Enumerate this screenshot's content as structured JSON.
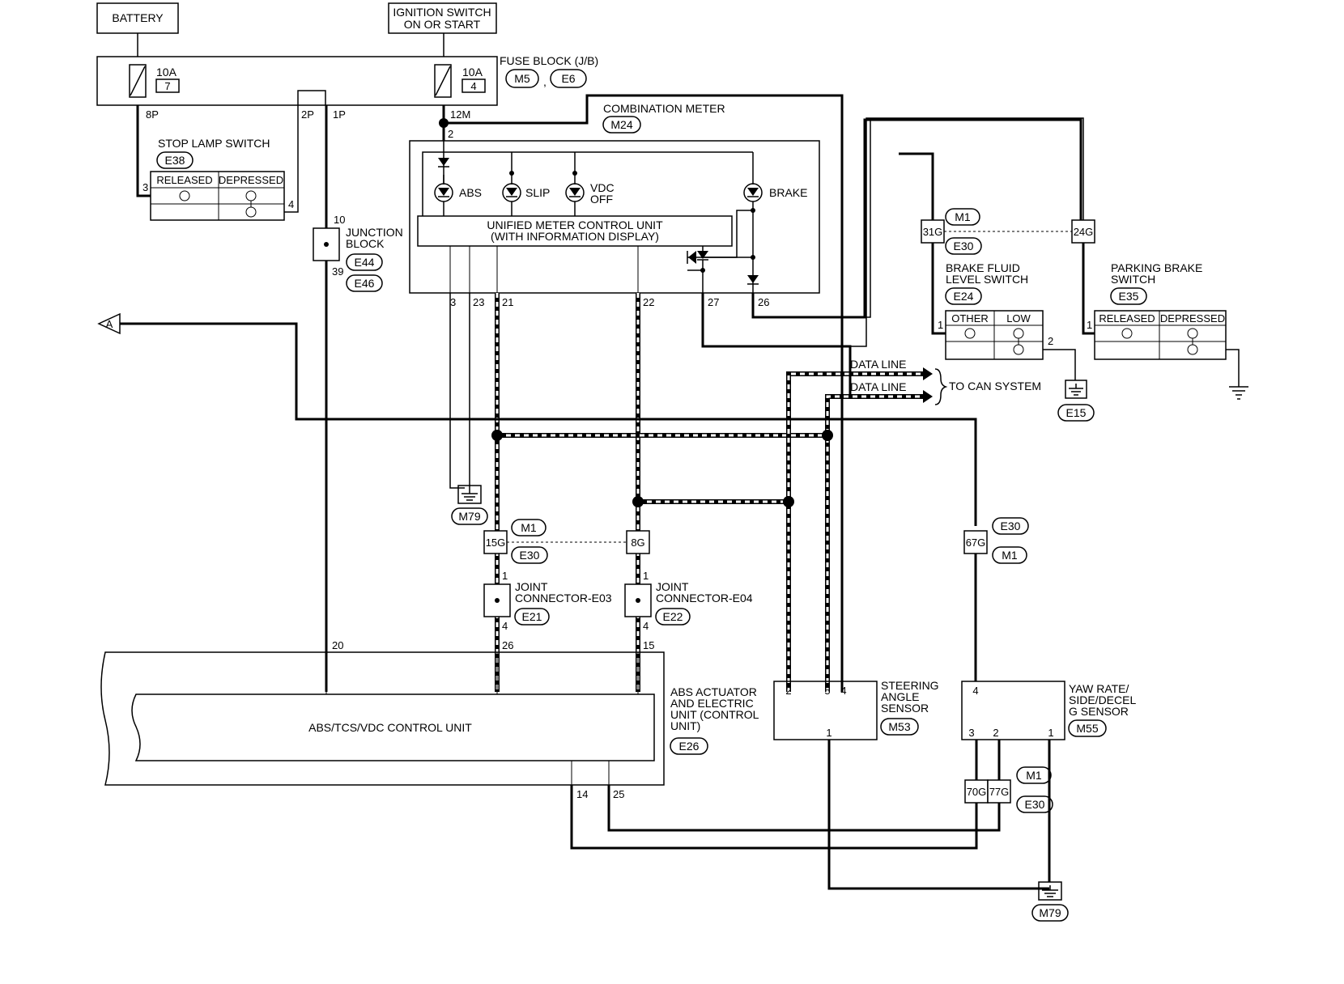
{
  "power": {
    "battery": "BATTERY",
    "ignition_line1": "IGNITION SWITCH",
    "ignition_line2": "ON OR START"
  },
  "fuse_block": {
    "title": "FUSE BLOCK (J/B)",
    "connectors": [
      "M5",
      "E6"
    ],
    "fuse_left": {
      "rating": "10A",
      "number": "7"
    },
    "fuse_right": {
      "rating": "10A",
      "number": "4"
    },
    "pins": {
      "p8": "8P",
      "p2": "2P",
      "p1": "1P",
      "m12": "12M"
    }
  },
  "stop_lamp_switch": {
    "title": "STOP LAMP SWITCH",
    "connector": "E38",
    "col1": "RELEASED",
    "col2": "DEPRESSED",
    "pin_left": "3",
    "pin_right": "4"
  },
  "junction_block": {
    "line1": "JUNCTION",
    "line2": "BLOCK",
    "connectors": [
      "E44",
      "E46"
    ],
    "pin_top": "10",
    "pin_bottom": "39"
  },
  "combination_meter": {
    "title": "COMBINATION METER",
    "connector": "M24",
    "pin_top": "2",
    "lamps": {
      "abs": "ABS",
      "slip": "SLIP",
      "vdc1": "VDC",
      "vdc2": "OFF",
      "brake": "BRAKE"
    },
    "unit_line1": "UNIFIED METER CONTROL UNIT",
    "unit_line2": "(WITH INFORMATION DISPLAY)",
    "pins_bottom": [
      "3",
      "23",
      "21",
      "22",
      "27",
      "26"
    ]
  },
  "grounds": {
    "m79": "M79",
    "e15": "E15"
  },
  "offpage": {
    "ref": "A"
  },
  "connectors": {
    "m1": "M1",
    "e30": "E30",
    "p15g": "15G",
    "p8g": "8G",
    "p31g": "31G",
    "p24g": "24G",
    "p67g": "67G",
    "p70g": "70G",
    "p77g": "77G"
  },
  "joint_e03": {
    "line1": "JOINT",
    "line2": "CONNECTOR-E03",
    "connector": "E21",
    "pin_top": "1",
    "pin_bottom": "4"
  },
  "joint_e04": {
    "line1": "JOINT",
    "line2": "CONNECTOR-E04",
    "connector": "E22",
    "pin_top": "1",
    "pin_bottom": "4"
  },
  "brake_fluid": {
    "line1": "BRAKE FLUID",
    "line2": "LEVEL SWITCH",
    "connector": "E24",
    "col1": "OTHER",
    "col2": "LOW",
    "pin_left": "1",
    "pin_right": "2"
  },
  "parking_brake": {
    "line1": "PARKING BRAKE",
    "line2": "SWITCH",
    "connector": "E35",
    "col1": "RELEASED",
    "col2": "DEPRESSED",
    "pin_left": "1"
  },
  "can": {
    "data_line1": "DATA LINE",
    "data_line2": "DATA LINE",
    "to_can": "TO CAN SYSTEM"
  },
  "abs_unit": {
    "label": "ABS/TCS/VDC CONTROL UNIT",
    "title_line1": "ABS ACTUATOR",
    "title_line2": "AND ELECTRIC",
    "title_line3": "UNIT (CONTROL",
    "title_line4": "UNIT)",
    "connector": "E26",
    "pins": [
      "20",
      "26",
      "15",
      "14",
      "25"
    ]
  },
  "steering_sensor": {
    "line1": "STEERING",
    "line2": "ANGLE",
    "line3": "SENSOR",
    "connector": "M53",
    "pins": [
      "2",
      "5",
      "4",
      "1"
    ]
  },
  "yaw_sensor": {
    "line1": "YAW RATE/",
    "line2": "SIDE/DECEL",
    "line3": "G SENSOR",
    "connector": "M55",
    "pins": [
      "4",
      "3",
      "2",
      "1"
    ]
  }
}
